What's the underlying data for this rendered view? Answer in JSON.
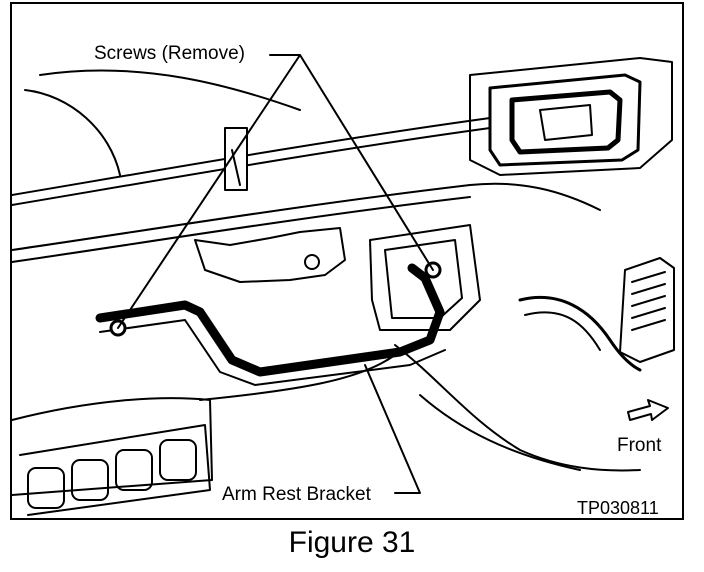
{
  "labels": {
    "screws": "Screws (Remove)",
    "arm_rest_bracket": "Arm Rest Bracket",
    "front": "Front",
    "code": "TP030811"
  },
  "caption": "Figure 31",
  "colors": {
    "line": "#000000",
    "background": "#ffffff"
  }
}
